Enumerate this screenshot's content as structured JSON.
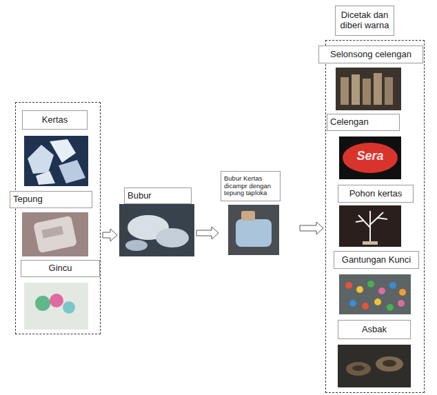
{
  "diagram": {
    "nodes": [
      {
        "text": []
      },
      {
        "text": [
          "Kertas"
        ],
        "in": 0
      },
      {
        "text": [
          "Tepung"
        ],
        "in": 0
      },
      {
        "text": [
          "Gincu"
        ],
        "in": 0
      },
      {
        "text": [
          "Bubur"
        ]
      },
      {
        "text": [
          "Bubur Kertas dicampr dengan tepung taploka"
        ]
      },
      {
        "text": [
          "Dicetak dan diberi warna"
        ]
      },
      {
        "text": [
          "Selonsong celengan"
        ],
        "in": 6
      },
      {
        "text": [
          "Celengan"
        ],
        "in": 6
      },
      {
        "text": [
          "Pohon kertas"
        ],
        "in": 6
      },
      {
        "text": [
          "Gantungan Kunci"
        ],
        "in": 6
      },
      {
        "text": [
          "Asbak"
        ],
        "in": 6
      }
    ],
    "edges": [
      {
        "from": 0,
        "to": 4,
        "arrow": "to"
      },
      {
        "from": 4,
        "to": 5,
        "arrow": "to"
      },
      {
        "from": 5,
        "to": 6,
        "arrow": "to"
      }
    ],
    "labels": [
      "Sera"
    ]
  }
}
